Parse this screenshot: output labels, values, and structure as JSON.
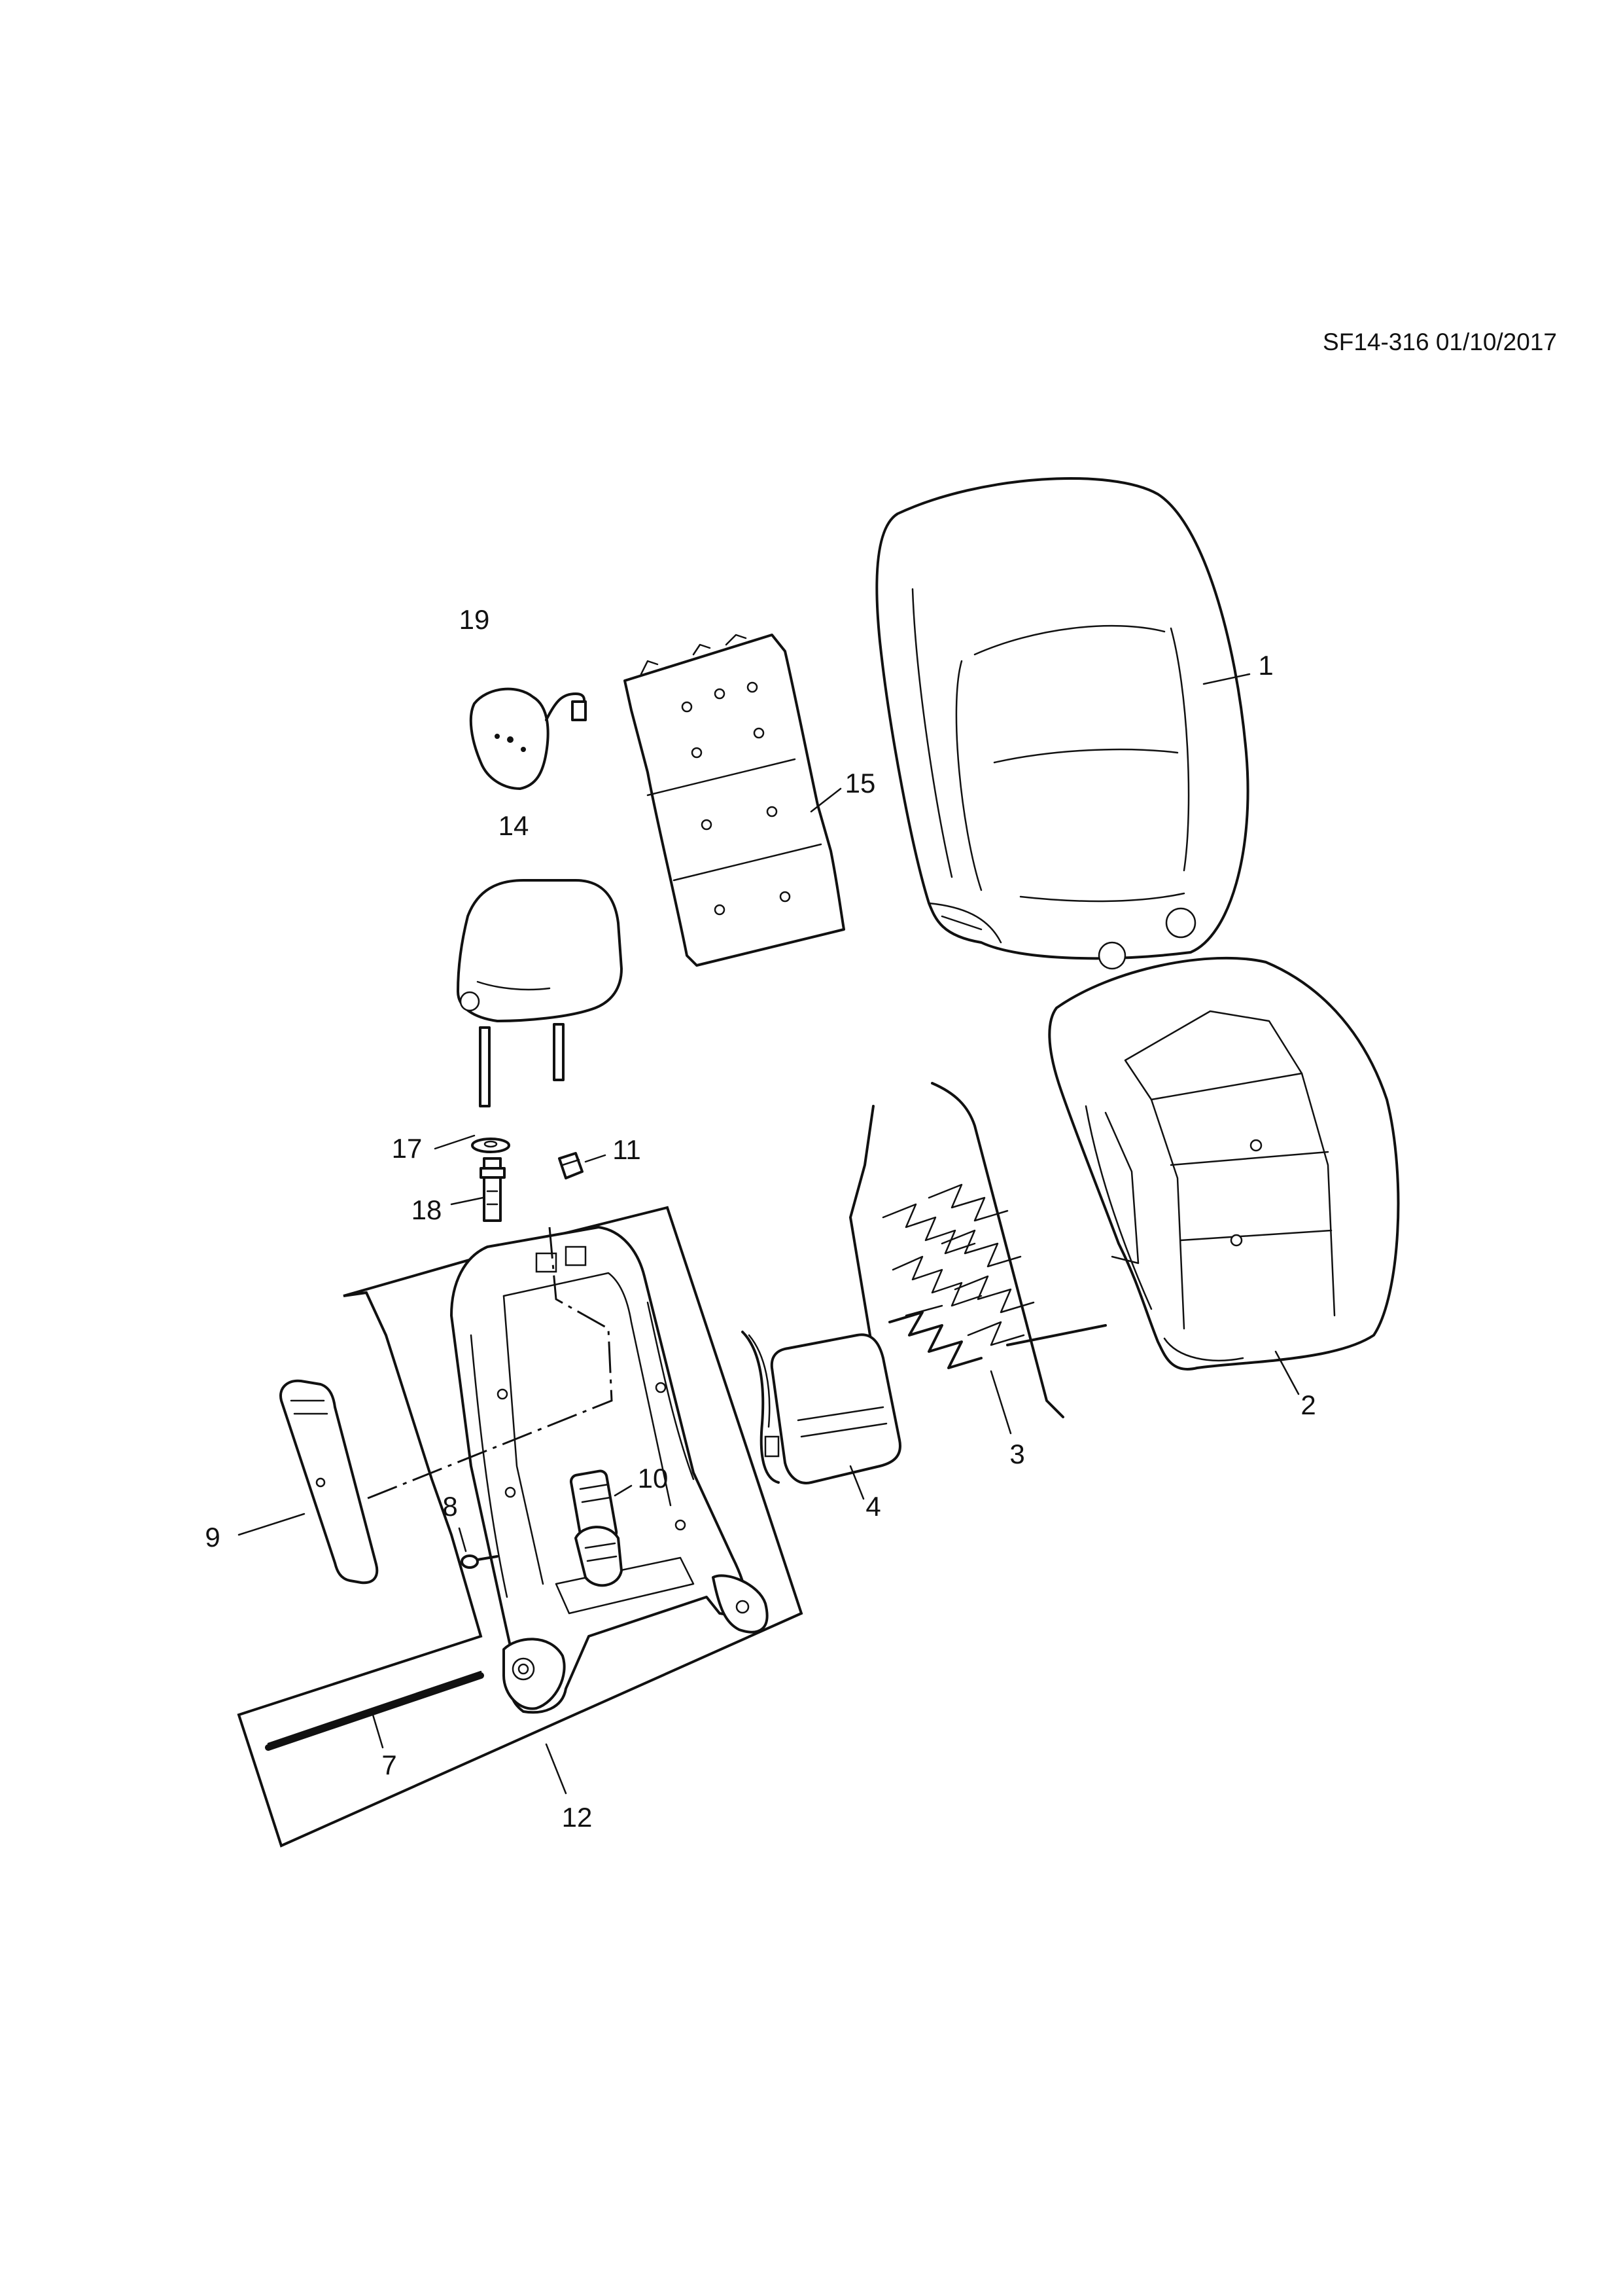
{
  "diagram": {
    "reference_code": "SF14-316 01/10/2017",
    "callouts": {
      "c1": "1",
      "c2": "2",
      "c3": "3",
      "c4": "4",
      "c7": "7",
      "c8": "8",
      "c9": "9",
      "c10": "10",
      "c11": "11",
      "c12": "12",
      "c14": "14",
      "c15": "15",
      "c17": "17",
      "c18": "18",
      "c19": "19"
    }
  }
}
